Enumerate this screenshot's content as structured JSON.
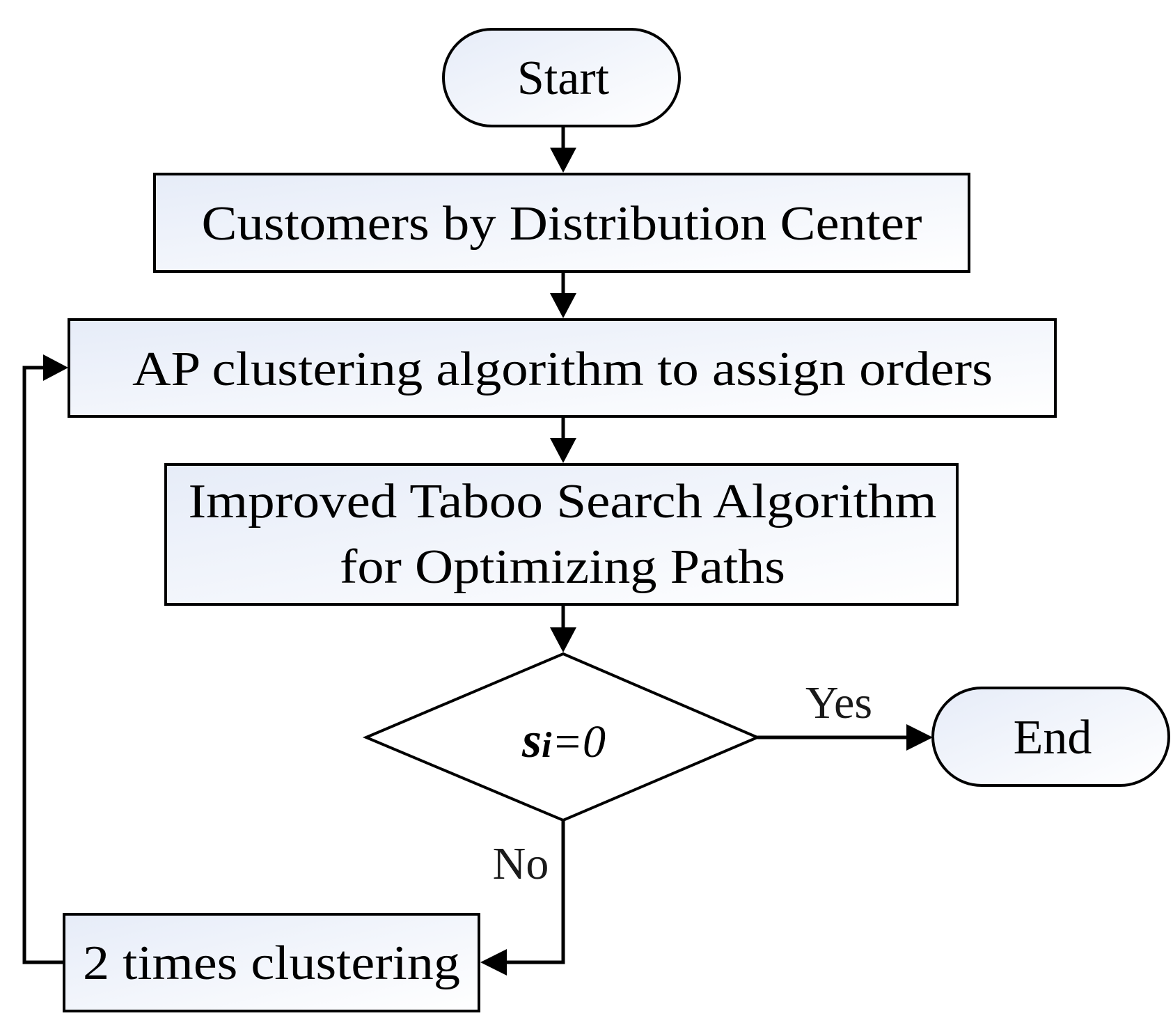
{
  "flowchart": {
    "start": "Start",
    "step1": "Customers by Distribution Center",
    "step2": "AP clustering algorithm to assign orders",
    "step3_line1": "Improved Taboo Search Algorithm",
    "step3_line2": "for Optimizing Paths",
    "decision_var": "s",
    "decision_sub": "i",
    "decision_rest": "=0",
    "yes_label": "Yes",
    "no_label": "No",
    "end": "End",
    "loop_step": "2 times clustering"
  },
  "colors": {
    "node_fill_start": "#e8edf8",
    "node_fill_end": "#ffffff",
    "stroke": "#000000"
  }
}
